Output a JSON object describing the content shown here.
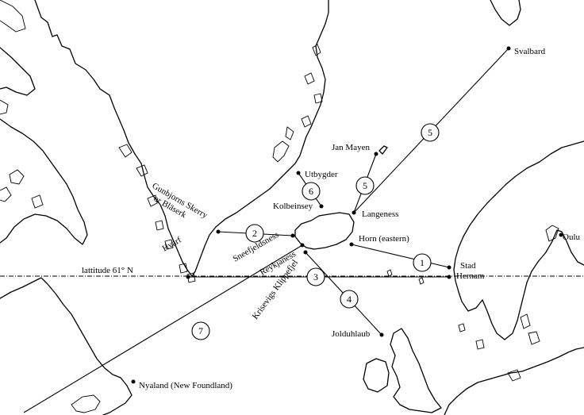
{
  "places": {
    "svalbard": "Svalbard",
    "jan_mayen": "Jan Mayen",
    "utbygder": "Utbygder",
    "kolbeinsey": "Kolbeinsey",
    "langeness": "Langeness",
    "horn": "Horn (eastern)",
    "stad": "Stad",
    "hernam": "Hernam",
    "oulu": "Oulu",
    "gunbjorns": "Gunbjorns Skerry",
    "blaserk": "or Bläserk",
    "hvarf": "Hvarf",
    "sneefjeldsness": "Sneefjeldsness",
    "reykjaness": "Reykjaness",
    "krisevigs": "Krisevigs Klippefjel",
    "jolduhlaub": "Jolduhlaub",
    "nyaland": "Nyaland (New Foundland)"
  },
  "latitude_label": "lattitude 61° N",
  "routes": {
    "r1": "1",
    "r2": "2",
    "r3": "3",
    "r4": "4",
    "r5a": "5",
    "r5b": "5",
    "r6": "6",
    "r7": "7"
  }
}
